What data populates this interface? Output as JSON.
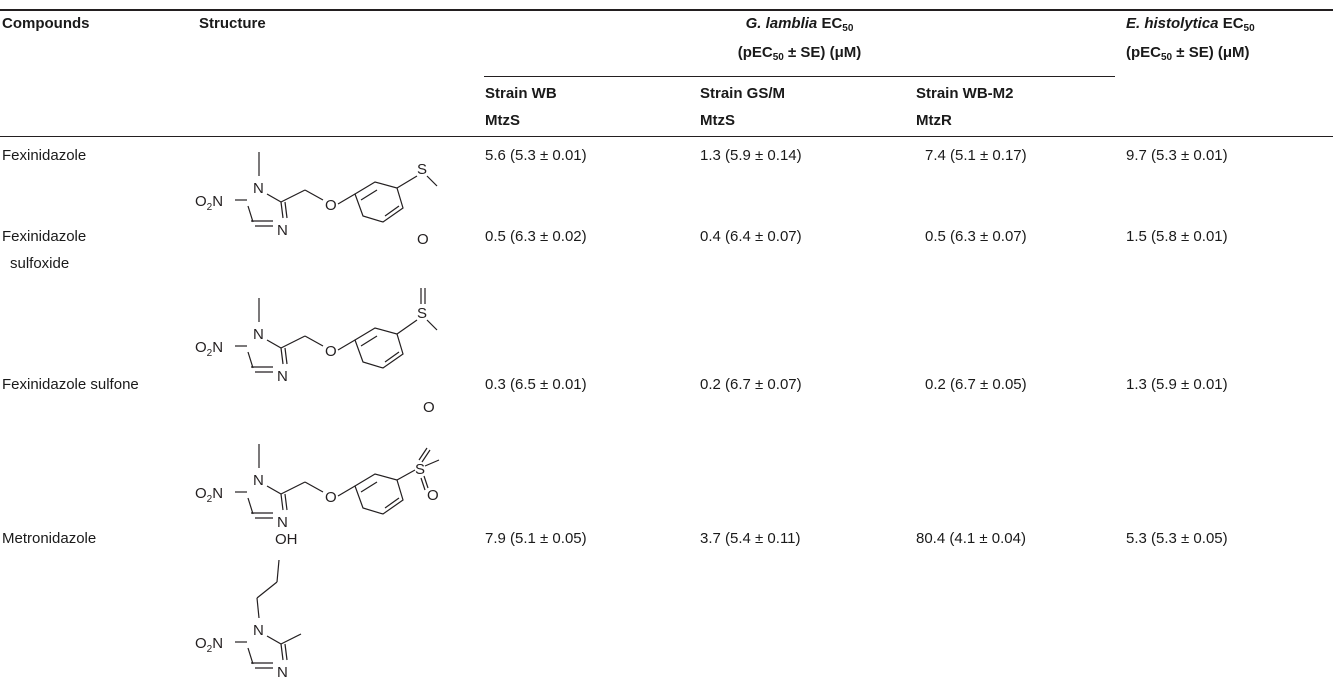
{
  "headers": {
    "compounds": "Compounds",
    "structure": "Structure",
    "glamblia_species": "G. lamblia",
    "glamblia_ec": "EC",
    "glamblia_sub": "50",
    "glamblia_unit_pre": "(pEC",
    "glamblia_unit_sub": "50",
    "glamblia_unit_post": " ± SE) (μM)",
    "ehist_species": "E. histolytica",
    "ehist_ec": "EC",
    "ehist_sub": "50",
    "ehist_unit_pre": "(pEC",
    "ehist_unit_sub": "50",
    "ehist_unit_post": " ± SE) (μM)",
    "strains": [
      {
        "name": "Strain WB",
        "type": "MtzS"
      },
      {
        "name": "Strain GS/M",
        "type": "MtzS"
      },
      {
        "name": "Strain WB-M2",
        "type": "MtzR"
      }
    ]
  },
  "rows": [
    {
      "name": "Fexinidazole",
      "name2": "",
      "wb": "5.6 (5.3 ± 0.01)",
      "gsm": "1.3 (5.9 ± 0.14)",
      "wbm2": "7.4 (5.1 ± 0.17)",
      "ehist": "9.7 (5.3 ± 0.01)"
    },
    {
      "name": "Fexinidazole",
      "name2": "sulfoxide",
      "wb": "0.5 (6.3 ± 0.02)",
      "gsm": "0.4 (6.4 ± 0.07)",
      "wbm2": "0.5 (6.3 ± 0.07)",
      "ehist": "1.5 (5.8 ± 0.01)"
    },
    {
      "name": "Fexinidazole sulfone",
      "name2": "",
      "wb": "0.3 (6.5 ± 0.01)",
      "gsm": "0.2 (6.7 ± 0.07)",
      "wbm2": "0.2 (6.7 ± 0.05)",
      "ehist": "1.3 (5.9 ± 0.01)"
    },
    {
      "name": "Metronidazole",
      "name2": "",
      "wb": "7.9 (5.1 ± 0.05)",
      "gsm": "3.7 (5.4 ± 0.11)",
      "wbm2": "80.4 (4.1 ± 0.04)",
      "ehist": "5.3 (5.3 ± 0.05)"
    }
  ],
  "atoms": {
    "nitro": "O",
    "nitro_sub": "2",
    "nitro_n": "N",
    "n": "N",
    "o": "O",
    "s": "S",
    "oh": "OH"
  }
}
